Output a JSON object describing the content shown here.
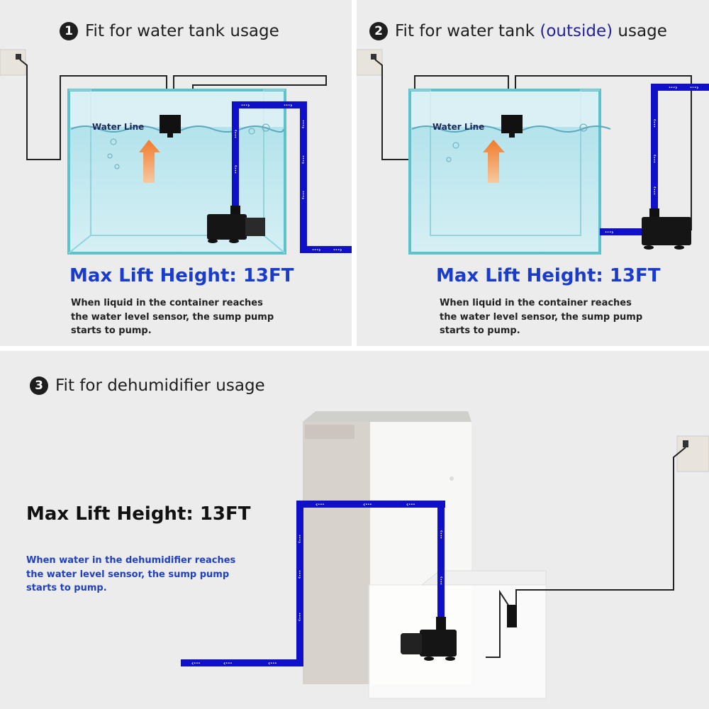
{
  "panel1": {
    "number": "1",
    "title": "Fit for water tank usage",
    "water_line_label": "Water Line",
    "lift": "Max Lift Height: 13FT",
    "description": [
      "When liquid in the container reaches",
      "the water level sensor, the sump pump",
      "starts to pump."
    ]
  },
  "panel2": {
    "number": "2",
    "title_prefix": "Fit for water tank ",
    "title_highlight": "(outside)",
    "title_suffix": " usage",
    "water_line_label": "Water Line",
    "lift": "Max Lift Height: 13FT",
    "description": [
      "When liquid in the container reaches",
      "the water level sensor, the sump pump",
      "starts to pump."
    ]
  },
  "panel3": {
    "number": "3",
    "title": "Fit for dehumidifier usage",
    "lift": "Max Lift Height: 13FT",
    "description": [
      "When water in the dehumidifier reaches",
      "the water level sensor, the sump pump",
      "starts to pump."
    ]
  },
  "colors": {
    "pipe": "#1010c8",
    "lift_text": "#1a3ccc",
    "water": "#bfe6ee",
    "tank_edge": "#5cc3cc",
    "arrow": "#f08a3a"
  }
}
